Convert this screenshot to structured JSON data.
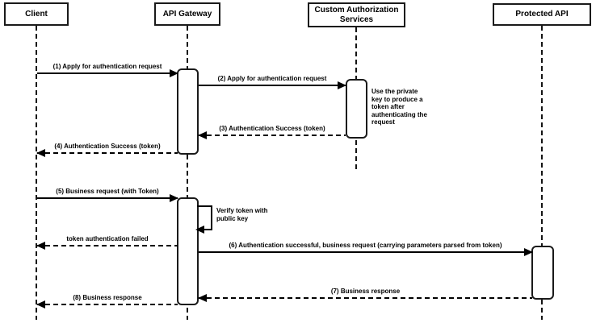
{
  "diagram": {
    "type": "uml-sequence-diagram",
    "colors": {
      "stroke": "#000000",
      "fill": "#ffffff",
      "text": "#000000"
    },
    "actors": [
      {
        "name": "Client"
      },
      {
        "name": "API Gateway"
      },
      {
        "name": "Custom Authorization Services"
      },
      {
        "name": "Protected API"
      }
    ],
    "messages": [
      {
        "label": "(1) Apply for authentication request",
        "from": "Client",
        "to": "API Gateway",
        "style": "solid"
      },
      {
        "label": "(2) Apply for authentication request",
        "from": "API Gateway",
        "to": "Custom Authorization Services",
        "style": "solid"
      },
      {
        "label": "(3) Authentication Success (token)",
        "from": "Custom Authorization Services",
        "to": "API Gateway",
        "style": "dashed"
      },
      {
        "label": "(4) Authentication Success (token)",
        "from": "API Gateway",
        "to": "Client",
        "style": "dashed"
      },
      {
        "label": "(5) Business request (with Token)",
        "from": "Client",
        "to": "API Gateway",
        "style": "solid"
      },
      {
        "label": "Verify token with public key",
        "from": "API Gateway",
        "to": "API Gateway",
        "style": "self"
      },
      {
        "label": "token authentication failed",
        "from": "API Gateway",
        "to": "Client",
        "style": "dashed"
      },
      {
        "label": "(6) Authentication successful, business request (carrying parameters parsed from token)",
        "from": "API Gateway",
        "to": "Protected API",
        "style": "solid"
      },
      {
        "label": "(7) Business response",
        "from": "Protected API",
        "to": "API Gateway",
        "style": "dashed"
      },
      {
        "label": "(8) Business response",
        "from": "API Gateway",
        "to": "Client",
        "style": "dashed"
      }
    ],
    "notes": [
      {
        "text": "Use the private key to produce a token after authenticating the request",
        "attached_to": "Custom Authorization Services"
      }
    ]
  }
}
